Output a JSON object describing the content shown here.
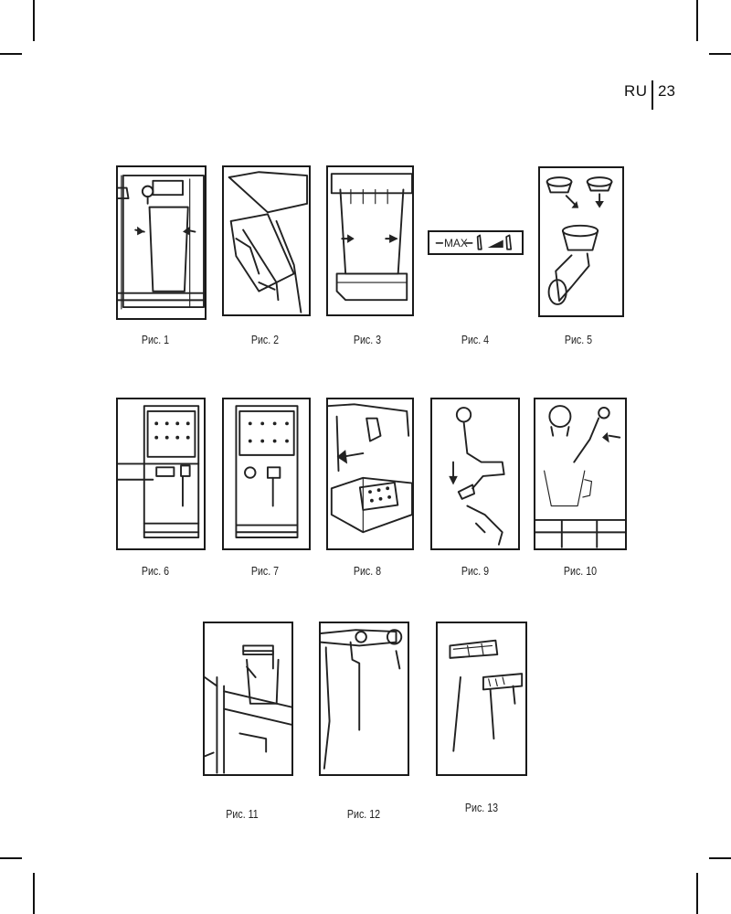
{
  "header": {
    "language": "RU",
    "page_number": "23"
  },
  "figures": [
    {
      "id": 1,
      "caption": "Рис. 1"
    },
    {
      "id": 2,
      "caption": "Рис. 2"
    },
    {
      "id": 3,
      "caption": "Рис. 3"
    },
    {
      "id": 4,
      "caption": "Рис. 4",
      "label": "MAX"
    },
    {
      "id": 5,
      "caption": "Рис. 5"
    },
    {
      "id": 6,
      "caption": "Рис. 6"
    },
    {
      "id": 7,
      "caption": "Рис. 7"
    },
    {
      "id": 8,
      "caption": "Рис. 8"
    },
    {
      "id": 9,
      "caption": "Рис. 9"
    },
    {
      "id": 10,
      "caption": "Рис. 10"
    },
    {
      "id": 11,
      "caption": "Рис. 11"
    },
    {
      "id": 12,
      "caption": "Рис. 12"
    },
    {
      "id": 13,
      "caption": "Рис. 13"
    }
  ]
}
